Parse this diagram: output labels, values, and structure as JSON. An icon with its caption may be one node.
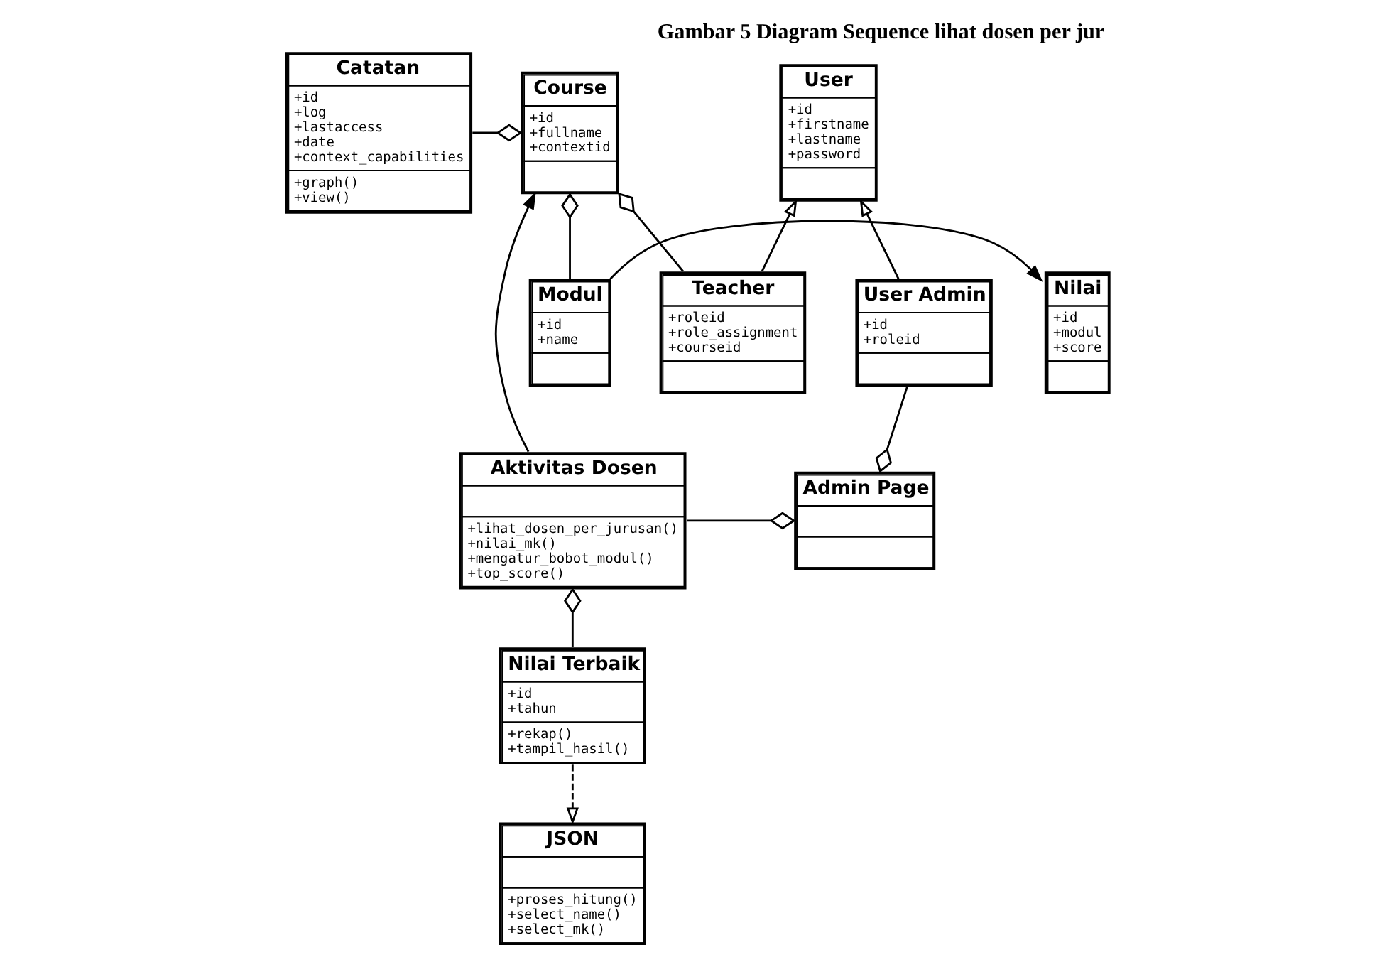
{
  "diagram": {
    "title": "Gambar 5 Diagram Sequence lihat dosen per jur",
    "nodes": [
      {
        "text": [
          "User",
          "+id +firstname +lastname +password"
        ]
      },
      {
        "text": [
          "Course",
          "+id +fullname +contextid"
        ]
      },
      {
        "text": [
          "Catatan",
          "+id +log +lastaccess +date +context_capabilities",
          "+graph() +view()"
        ]
      },
      {
        "text": [
          "User Admin",
          "+id +roleid"
        ]
      },
      {
        "text": [
          "Teacher",
          "+roleid +role_assignment +courseid"
        ]
      },
      {
        "text": [
          "Admin Page"
        ]
      },
      {
        "text": [
          "Aktivitas Dosen",
          "+lihat_dosen_per_jurusan() +nilai_mk() +mengatur_bobot_modul() +top_score()"
        ]
      },
      {
        "text": [
          "Nilai",
          "+id +modul +score"
        ]
      },
      {
        "text": [
          "Modul",
          "+id +name"
        ]
      },
      {
        "text": [
          "Nilai Terbaik",
          "+id +tahun",
          "+rekap() +tampil_hasil()"
        ]
      },
      {
        "text": [
          "JSON",
          "+proses_hitung() +select_name() +select_mk()"
        ]
      }
    ],
    "edges": [
      {
        "from": 3,
        "to": 0,
        "arrow": "to"
      },
      {
        "from": 4,
        "to": 0,
        "arrow": "to"
      },
      {
        "from": 4,
        "to": 1,
        "arrow": "other"
      },
      {
        "from": 2,
        "to": 1,
        "arrow": "other"
      },
      {
        "from": 3,
        "to": 5,
        "arrow": "other"
      },
      {
        "from": 6,
        "to": 5,
        "arrow": "other"
      },
      {
        "from": 6,
        "to": 1,
        "arrow": "to"
      },
      {
        "from": 8,
        "to": 1,
        "arrow": "other"
      },
      {
        "from": 8,
        "to": 7,
        "arrow": "to"
      },
      {
        "from": 9,
        "to": 6,
        "arrow": "other"
      },
      {
        "from": 9,
        "to": 10,
        "arrow": "to",
        "style": "dashed"
      }
    ]
  }
}
